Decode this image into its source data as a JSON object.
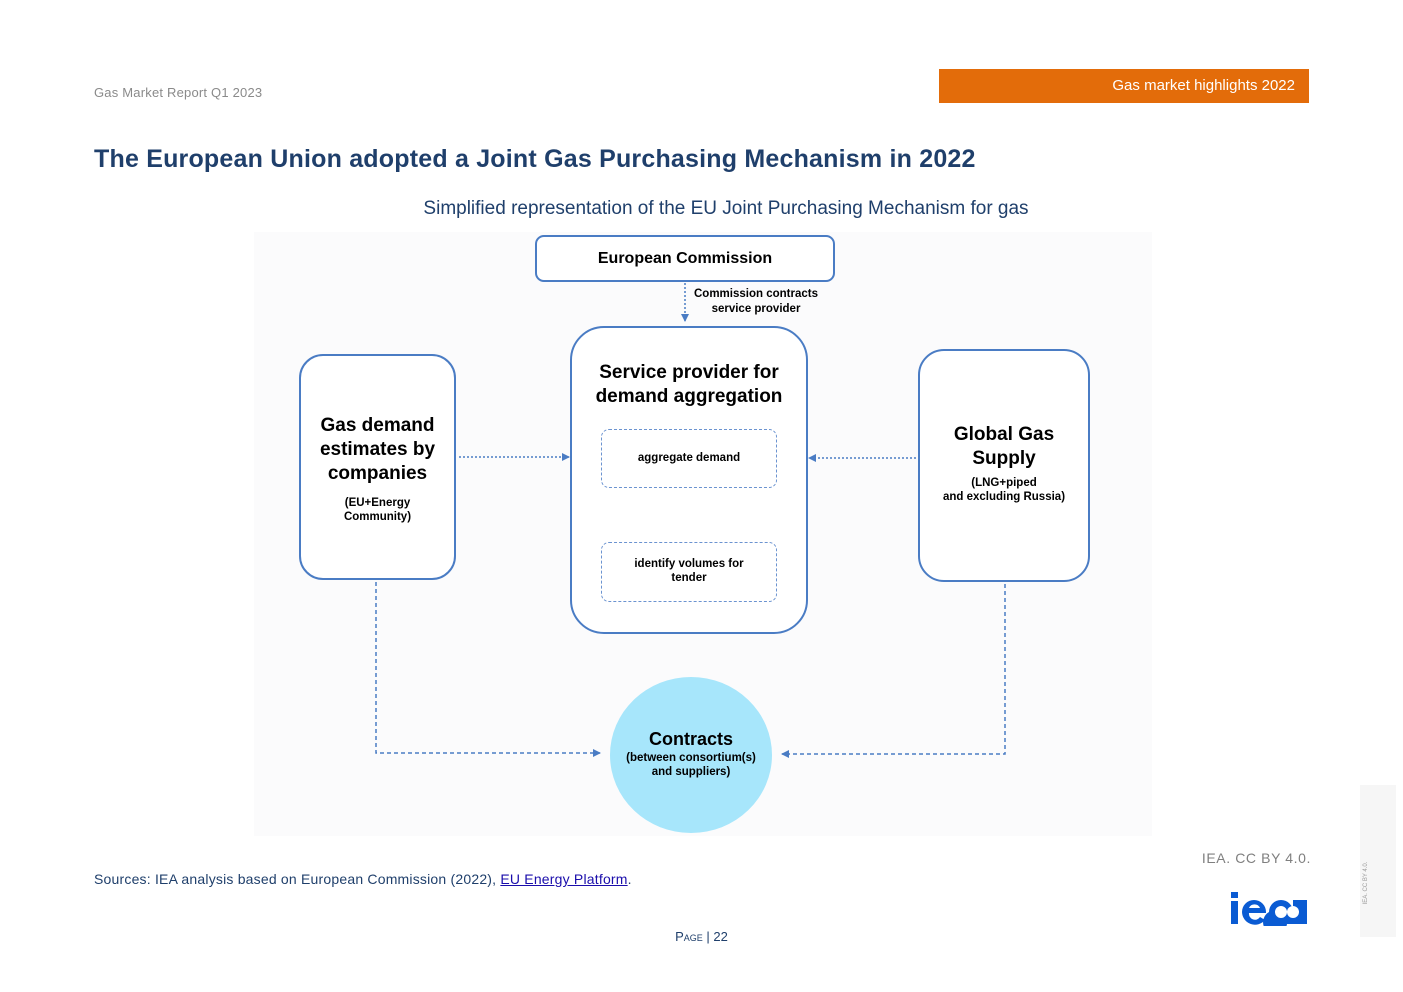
{
  "header": {
    "report_name": "Gas Market Report Q1 2023",
    "section_tab": "Gas market highlights 2022",
    "accent_color": "#e36c0a"
  },
  "page_title": "The European Union adopted a Joint Gas Purchasing Mechanism in 2022",
  "figure": {
    "title": "Simplified representation of the EU Joint Purchasing Mechanism for gas",
    "nodes": {
      "european_commission": "European Commission",
      "commission_arrow_label_line1": "Commission contracts",
      "commission_arrow_label_line2": "service provider",
      "gas_demand_title_line1": "Gas demand",
      "gas_demand_title_line2": "estimates by",
      "gas_demand_title_line3": "companies",
      "gas_demand_note_line1": "(EU+Energy",
      "gas_demand_note_line2": "Community)",
      "service_provider_line1": "Service provider for",
      "service_provider_line2": "demand aggregation",
      "aggregate_demand": "aggregate demand",
      "identify_volumes_line1": "identify volumes for",
      "identify_volumes_line2": "tender",
      "global_supply_line1": "Global Gas",
      "global_supply_line2": "Supply",
      "global_supply_note_line1": "(LNG+piped",
      "global_supply_note_line2": "and excluding Russia)",
      "contracts_title": "Contracts",
      "contracts_note_line1": "(between consortium(s)",
      "contracts_note_line2": "and suppliers)"
    },
    "colors": {
      "box_border": "#4a7cc4",
      "contracts_fill": "#a7e6fb",
      "title": "#1f3f6b"
    }
  },
  "footer": {
    "credit": "IEA. CC BY 4.0.",
    "sources_prefix": "Sources: IEA analysis based on European Commission (2022), ",
    "sources_link": "EU Energy Platform",
    "sources_suffix": ".",
    "page_label": "Page",
    "page_sep": " | ",
    "page_number": "22",
    "logo_text": "iea",
    "side_note": "IEA. CC BY 4.0."
  }
}
